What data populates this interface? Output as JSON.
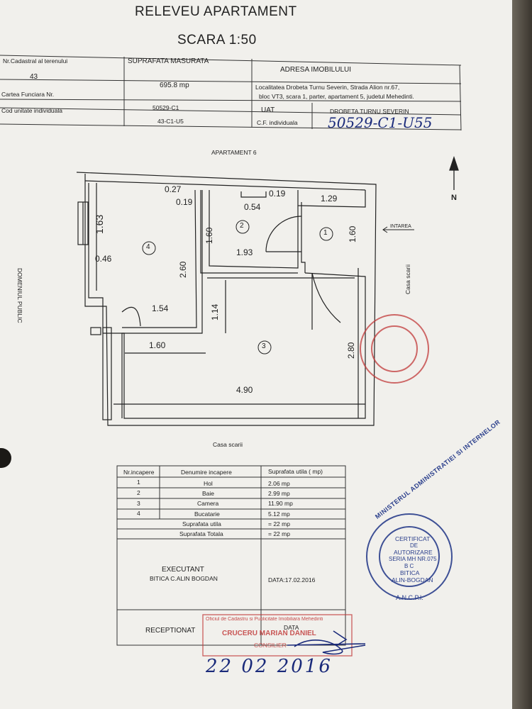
{
  "header": {
    "title_line1": "RELEVEU APARTAMENT",
    "title_line2": "SCARA 1:50"
  },
  "info_table": {
    "nr_cadastral_label": "Nr.Cadastral al terenului",
    "nr_cadastral_value": "43",
    "suprafata_label": "SUPRAFATA MASURATA",
    "suprafata_value": "695.8 mp",
    "adresa_label": "ADRESA IMOBILULUI",
    "adresa_line1": "Localitatea Drobeta Turnu Severin, Strada Alion nr.67,",
    "adresa_line2": "bloc VT3, scara 1, parter, apartament 5,  judetul Mehedinti.",
    "carte_funciara_label": "Cartea Funciara Nr.",
    "carte_funciara_value": "50529-C1",
    "uat_label": "UAT",
    "uat_value": "DROBETA TURNU SEVERIN",
    "cod_unitate_label": "Cod unitate individuala",
    "cod_unitate_value": "43-C1-U5",
    "cf_individuala_label": "C.F. individuala",
    "cf_individuala_handwritten": "50529-C1-U55"
  },
  "plan": {
    "apartment_label": "APARTAMENT 6",
    "left_label": "DOMENIUL PUBLIC",
    "right_label": "Casa scarii",
    "bottom_label": "Casa scarii",
    "entrance_label": "INTAREA",
    "north_label": "N",
    "rooms": [
      "1",
      "2",
      "3",
      "4"
    ],
    "dims": {
      "d027": "0.27",
      "d019a": "0.19",
      "d019b": "0.19",
      "d054": "0.54",
      "d129": "1.29",
      "d163": "1.63",
      "d160a": "1.60",
      "d160b": "1.60",
      "d160c": "1.60",
      "d193": "1.93",
      "d046": "0.46",
      "d260": "2.60",
      "d114": "1.14",
      "d154": "1.54",
      "d280": "2.80",
      "d490": "4.90"
    }
  },
  "rooms_table": {
    "headers": [
      "Nr.incapere",
      "Denumire incapere",
      "Suprafata  utila ( mp)"
    ],
    "rows": [
      [
        "1",
        "Hol",
        "2.06 mp"
      ],
      [
        "2",
        "Baie",
        "2.99 mp"
      ],
      [
        "3",
        "Camera",
        "11.90 mp"
      ],
      [
        "4",
        "Bucatarie",
        "5.12 mp"
      ]
    ],
    "util_label": "Suprafata utila",
    "util_value": "= 22 mp",
    "total_label": "Suprafata Totala",
    "total_value": "= 22 mp",
    "executant_label": "EXECUTANT",
    "executant_name": "BITICA C.ALIN BOGDAN",
    "data_label": "DATA:17.02.2016",
    "receptionat_label": "RECEPTIONAT",
    "receptionat_data_label": "DATA"
  },
  "stamp_round": {
    "ring_text": "MINISTERUL ADMINISTRATIEI SI INTERNELOR",
    "line1": "CERTIFICAT",
    "line2": "DE",
    "line3": "AUTORIZARE",
    "line4": "SERIA MH NR.075",
    "line5": "B C",
    "line6": "BITICA",
    "line7": "ALIN-BOGDAN",
    "bottom": "A.N.C.P.I."
  },
  "stamp_rect": {
    "line1": "Oficiul de Cadastru si Publicitate Imobiliara Mehedinti",
    "line2": "CRUCERU MARIAN DANIEL",
    "line3": "CONSILIER"
  },
  "handwritten_date": "22 02 2016",
  "colors": {
    "ink": "#222222",
    "stamp_red": "#c23a3a",
    "stamp_blue": "#2b3f8c",
    "paper": "#f1f0ec"
  }
}
